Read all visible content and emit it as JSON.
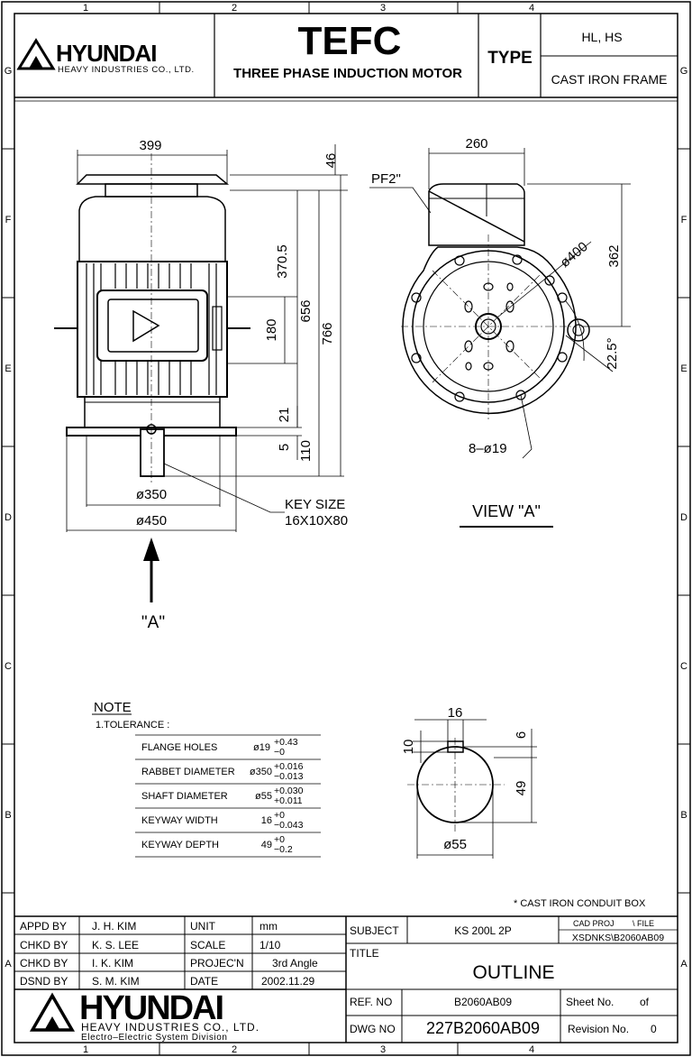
{
  "border": {
    "cols": [
      "1",
      "2",
      "3",
      "4"
    ],
    "rows": [
      "G",
      "F",
      "E",
      "D",
      "C",
      "B",
      "A"
    ]
  },
  "header": {
    "logo": "HYUNDAI",
    "company": "HEAVY INDUSTRIES CO., LTD.",
    "title": "TEFC",
    "subtitle": "THREE PHASE INDUCTION MOTOR",
    "type_label": "TYPE",
    "type_value": "HL, HS",
    "frame": "CAST IRON FRAME"
  },
  "side_view": {
    "dims": {
      "width_top": "399",
      "d46": "46",
      "d370_5": "370.5",
      "d656": "656",
      "d766": "766",
      "d180": "180",
      "d21": "21",
      "d5": "5",
      "d110": "110",
      "dia350": "ø350",
      "dia450": "ø450"
    },
    "key_size_label": "KEY SIZE",
    "key_size_value": "16X10X80",
    "arrow_label": "\"A\""
  },
  "front_view": {
    "dims": {
      "width_top": "260",
      "pf": "PF2\"",
      "dia400": "ø400",
      "d362": "362",
      "angle": "22.5°",
      "holes": "8–ø19"
    },
    "view_label": "VIEW \"A\""
  },
  "shaft_detail": {
    "dims": {
      "d16": "16",
      "d10": "10",
      "d6": "6",
      "d49": "49",
      "dia55": "ø55"
    }
  },
  "note": {
    "heading": "NOTE",
    "tolerance": "1.TOLERANCE :",
    "rows": [
      {
        "label": "FLANGE HOLES",
        "nominal": "ø19",
        "upper": "+0.43",
        "lower": "−0"
      },
      {
        "label": "RABBET DIAMETER",
        "nominal": "ø350",
        "upper": "+0.016",
        "lower": "−0.013"
      },
      {
        "label": "SHAFT DIAMETER",
        "nominal": "ø55",
        "upper": "+0.030",
        "lower": "+0.011"
      },
      {
        "label": "KEYWAY WIDTH",
        "nominal": "16",
        "upper": "+0",
        "lower": "−0.043"
      },
      {
        "label": "KEYWAY DEPTH",
        "nominal": "49",
        "upper": "+0",
        "lower": "−0.2"
      }
    ],
    "footnote": "* CAST IRON CONDUIT BOX"
  },
  "title_block": {
    "appd_label": "APPD BY",
    "appd": "J. H. KIM",
    "chkd1_label": "CHKD BY",
    "chkd1": "K. S. LEE",
    "chkd2_label": "CHKD BY",
    "chkd2": "I. K. KIM",
    "dsnd_label": "DSND BY",
    "dsnd": "S. M. KIM",
    "unit_label": "UNIT",
    "unit": "mm",
    "scale_label": "SCALE",
    "scale": "1/10",
    "projection_label": "PROJEC'N",
    "projection": "3rd Angle",
    "date_label": "DATE",
    "date": "2002.11.29",
    "subject_label": "SUBJECT",
    "subject": "KS 200L 2P",
    "cad_proj_label": "CAD PROJ",
    "file_label": "\\ FILE",
    "cad_value": "XSDNKS\\B2060AB09",
    "title_label": "TITLE",
    "title": "OUTLINE",
    "ref_label": "REF. NO",
    "ref": "B2060AB09",
    "sheet_label": "Sheet No.",
    "of_label": "of",
    "dwg_label": "DWG NO",
    "dwg": "227B2060AB09",
    "rev_label": "Revision No.",
    "rev": "0",
    "logo": "HYUNDAI",
    "company": "HEAVY INDUSTRIES CO., LTD.",
    "division": "Electro–Electric System Division"
  }
}
